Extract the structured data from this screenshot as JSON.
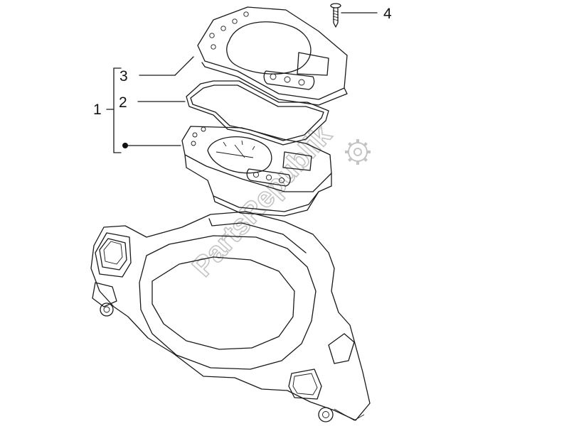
{
  "callouts": {
    "part1": "1",
    "part2": "2",
    "part3": "3",
    "part4": "4"
  },
  "watermark": {
    "text": "PartsRepublik",
    "icon": "gear-icon"
  },
  "colors": {
    "line": "#1a1a1a",
    "watermark": "#c4c4c4",
    "background": "#ffffff"
  }
}
